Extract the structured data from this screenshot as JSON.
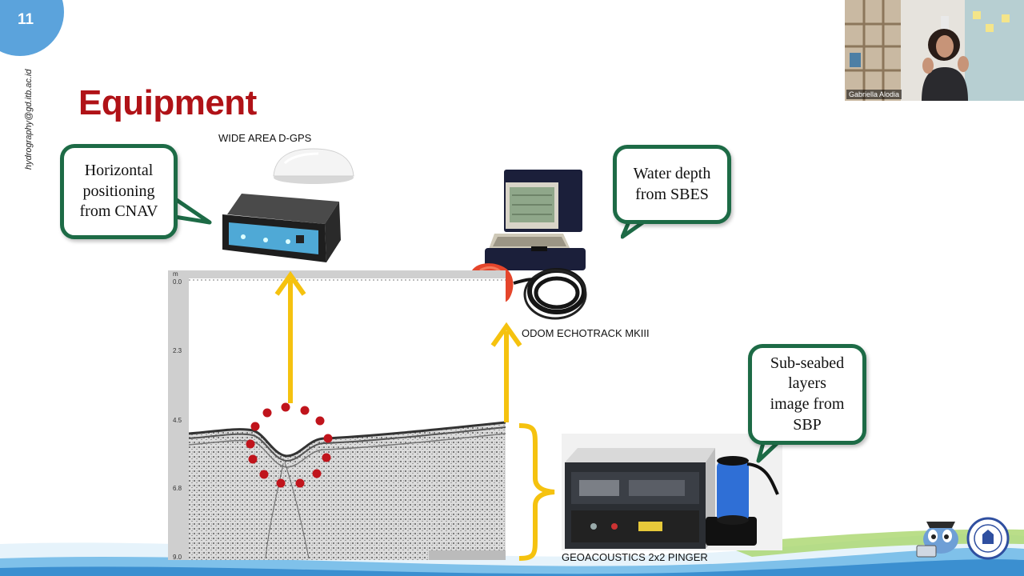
{
  "slide": {
    "number": "11",
    "email": "hydrography@gd.itb.ac.id",
    "title": "Equipment"
  },
  "labels": {
    "gps": "WIDE AREA D-GPS",
    "echotrack": "ODOM ECHOTRACK MKIII",
    "pinger": "GEOACOUSTICS 2x2 PINGER"
  },
  "bubbles": {
    "horizontal": "Horizontal\npositioning\nfrom CNAV",
    "water_depth": "Water depth\nfrom SBES",
    "sub_seabed": "Sub-seabed\nlayers\nimage from\nSBP"
  },
  "sonar": {
    "unit": "m",
    "ticks": [
      "0.0",
      "2.3",
      "4.5",
      "6.8",
      "9.0"
    ]
  },
  "webcam": {
    "name": "Gabriella Alodia"
  },
  "colors": {
    "title": "#b01217",
    "bubble_border": "#1d6b46",
    "arrow": "#f5c20f",
    "dots": "#c0141c",
    "badge": "#5ba3dc"
  }
}
